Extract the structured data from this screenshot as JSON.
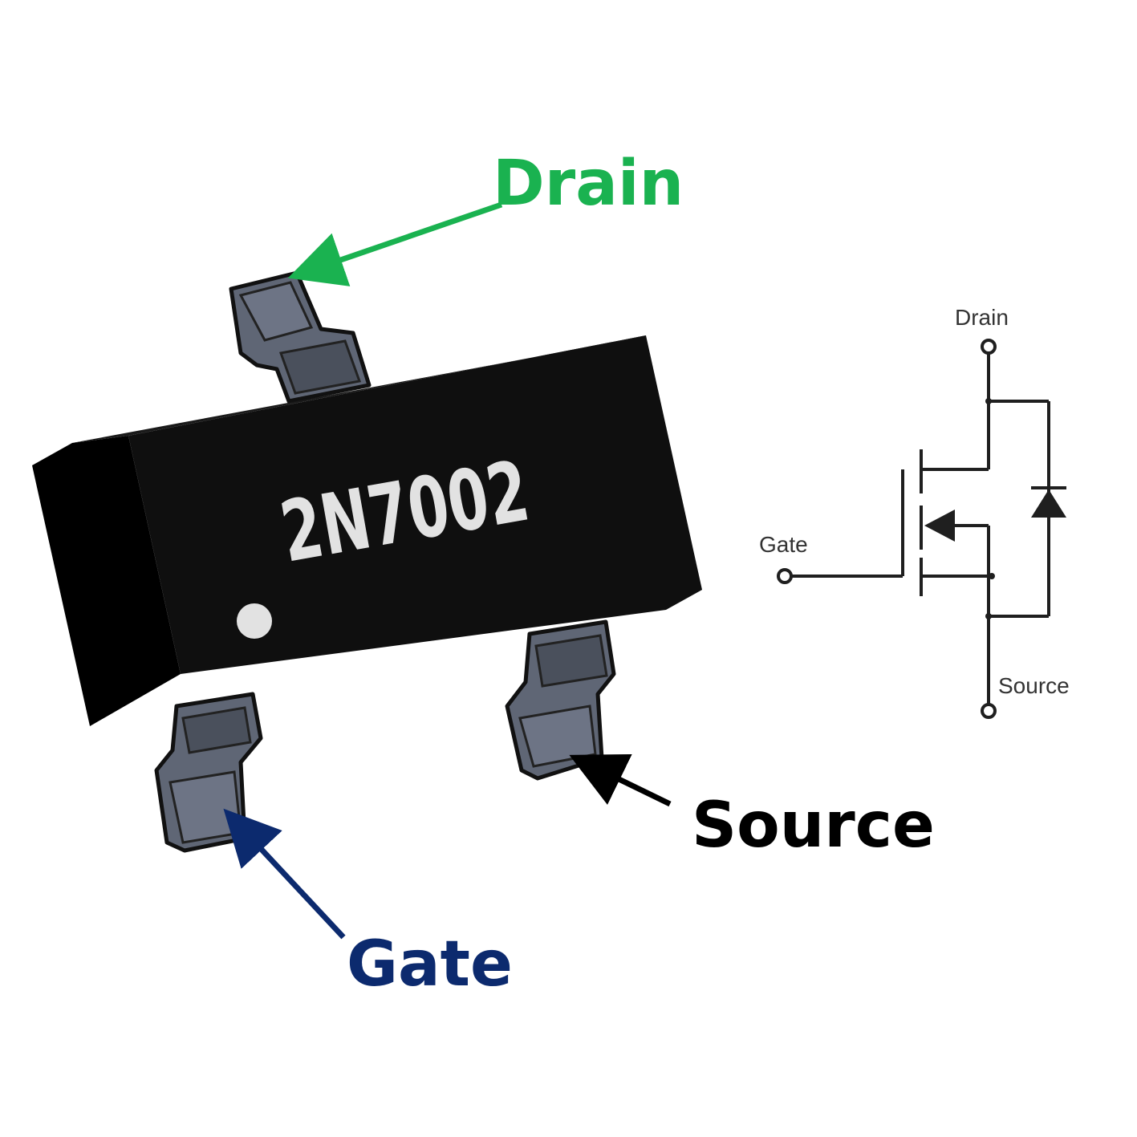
{
  "component": {
    "marking": "2N7002"
  },
  "callouts": {
    "drain": {
      "label": "Drain",
      "color": "#1ab250"
    },
    "source": {
      "label": "Source",
      "color": "#000000"
    },
    "gate": {
      "label": "Gate",
      "color": "#0c2a6e"
    }
  },
  "schematic": {
    "drain_label": "Drain",
    "gate_label": "Gate",
    "source_label": "Source"
  },
  "colors": {
    "body_front": "#0f0f0f",
    "body_side": "#000000",
    "lead_fill": "#5f6675",
    "lead_dark": "#3a3f4a",
    "lead_edge": "#111111",
    "marking": "#e2e2e2",
    "schematic_line": "#1f1f1f"
  }
}
